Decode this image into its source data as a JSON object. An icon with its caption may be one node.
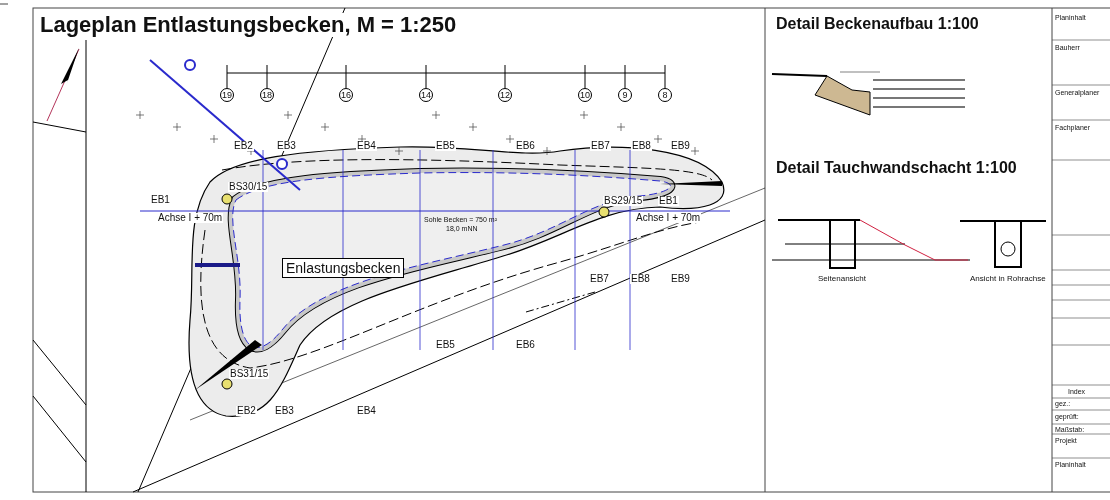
{
  "diagram": {
    "title": "Lageplan Entlastungsbecken, M = 1:250",
    "nodes": [
      {
        "text": [
          "Enlastungsbecken"
        ]
      }
    ],
    "labels": [
      "Detail Beckenaufbau 1:100",
      "19",
      "18",
      "16",
      "14",
      "12",
      "10",
      "9",
      "8",
      "EB2",
      "EB3",
      "EB4",
      "EB5",
      "EB6",
      "EB7",
      "EB8",
      "EB9",
      "Detail Tauchwandschacht 1:100",
      "BS30/15",
      "EB1",
      "BS29/15",
      "EB1",
      "Achse I + 70m",
      "Sohle Becken = 750 m²",
      "Achse I + 70m",
      "18,0 mNN",
      "Seitenansicht",
      "Ansicht in Rohrachse",
      "EB7",
      "EB8",
      "EB9",
      "EB5",
      "EB6",
      "BS31/15",
      "EB2",
      "EB3",
      "EB4",
      "Planinhalt",
      "Bauherr",
      "Generalplaner",
      "Fachplaner",
      "Index",
      "gez.:",
      "geprüft:",
      "Maßstab:",
      "Projekt",
      "Planinhalt"
    ]
  }
}
